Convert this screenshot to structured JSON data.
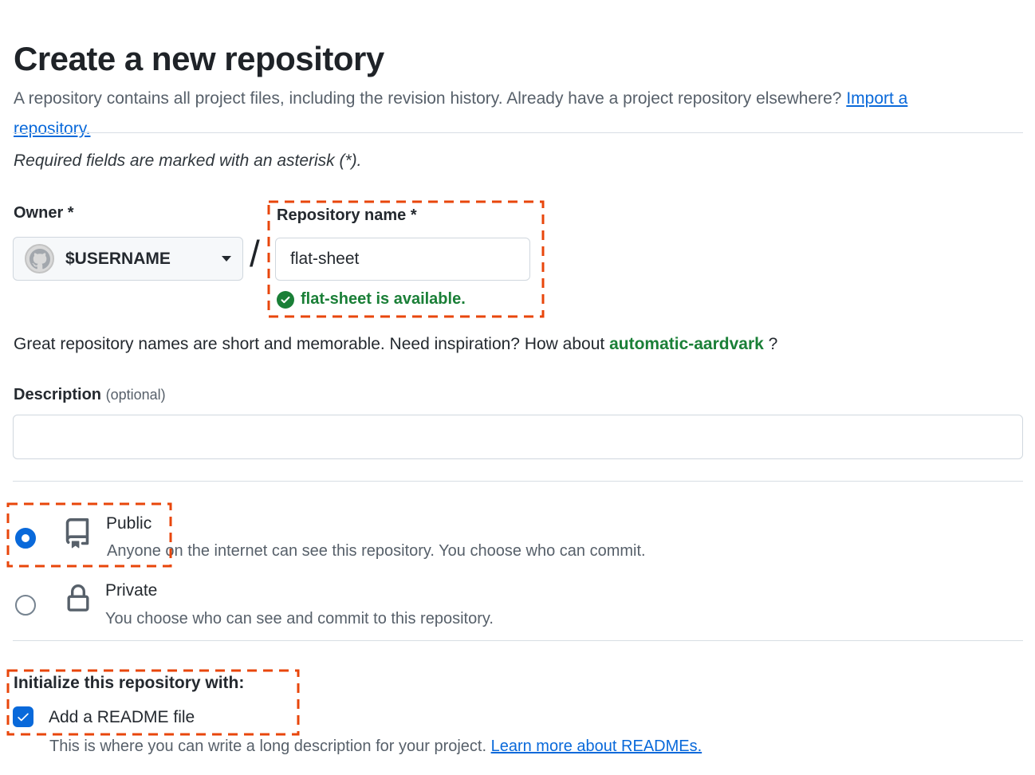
{
  "page": {
    "title": "Create a new repository",
    "intro_text": "A repository contains all project files, including the revision history. Already have a project repository elsewhere? ",
    "intro_link": "Import a repository.",
    "required_note": "Required fields are marked with an asterisk (*)."
  },
  "owner": {
    "label": "Owner *",
    "value": "$USERNAME",
    "separator": "/"
  },
  "repository_name": {
    "label": "Repository name *",
    "value": "flat-sheet",
    "availability_message": "flat-sheet is available."
  },
  "suggestion": {
    "text_before": "Great repository names are short and memorable. Need inspiration? How about ",
    "suggested_name": "automatic-aardvark",
    "text_after": " ?"
  },
  "description_field": {
    "label": "Description",
    "optional_label": "(optional)",
    "value": ""
  },
  "visibility": {
    "public": {
      "label": "Public",
      "description": "Anyone on the internet can see this repository. You choose who can commit.",
      "selected": true
    },
    "private": {
      "label": "Private",
      "description": "You choose who can see and commit to this repository.",
      "selected": false
    }
  },
  "initialize": {
    "heading": "Initialize this repository with:",
    "readme_label": "Add a README file",
    "readme_checked": true,
    "readme_help": "This is where you can write a long description for your project. ",
    "readme_link": "Learn more about READMEs."
  },
  "colors": {
    "accent_blue": "#0969da",
    "success_green": "#1a7f37",
    "annotation_orange": "#e8460b",
    "muted_text": "#57606a",
    "border_gray": "#d0d7de"
  }
}
